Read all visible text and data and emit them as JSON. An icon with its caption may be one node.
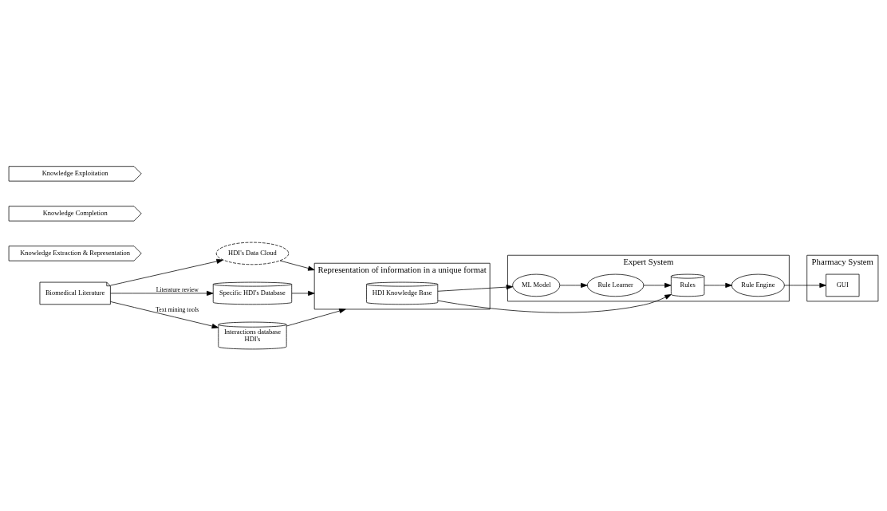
{
  "diagram": {
    "nodes": [
      {
        "text": [
          "HDI's Data Cloud"
        ]
      },
      {
        "text": [
          "Biomedical Literature"
        ]
      },
      {
        "text": [
          "Specific HDI's Database"
        ]
      },
      {
        "text": [
          "Interactions database",
          "HDI's"
        ]
      },
      {
        "text": [
          "Representation of information in a unique format"
        ]
      },
      {
        "text": [
          "HDI Knowledge Base"
        ],
        "in": 4
      },
      {
        "text": [
          "Expert System"
        ]
      },
      {
        "text": [
          "ML Model"
        ],
        "in": 6
      },
      {
        "text": [
          "Rule Learner"
        ],
        "in": 6
      },
      {
        "text": [
          "Rules"
        ],
        "in": 6
      },
      {
        "text": [
          "Rule Engine"
        ],
        "in": 6
      },
      {
        "text": [
          "Pharmacy System"
        ]
      },
      {
        "text": [
          "GUI"
        ],
        "in": 11
      },
      {
        "text": [
          "Knowledge Extraction & Representation"
        ]
      },
      {
        "text": [
          "Knowledge Completion"
        ]
      },
      {
        "text": [
          "Knowledge Exploitation"
        ]
      }
    ],
    "edges": [
      {
        "from": 1,
        "to": 0,
        "arrow": "to"
      },
      {
        "from": 0,
        "to": 4,
        "arrow": "to"
      },
      {
        "from": 1,
        "to": 2,
        "arrow": "to",
        "label": "Literature review"
      },
      {
        "from": 1,
        "to": 3,
        "arrow": "to",
        "label": "Text mining tools"
      },
      {
        "from": 2,
        "to": 4,
        "arrow": "to"
      },
      {
        "from": 3,
        "to": 4,
        "arrow": "to"
      },
      {
        "from": 5,
        "to": 7,
        "arrow": "to"
      },
      {
        "from": 5,
        "to": 9,
        "arrow": "to"
      },
      {
        "from": 7,
        "to": 8,
        "arrow": "to"
      },
      {
        "from": 8,
        "to": 9,
        "arrow": "to"
      },
      {
        "from": 9,
        "to": 10,
        "arrow": "to"
      },
      {
        "from": 10,
        "to": 12,
        "arrow": "to"
      }
    ]
  }
}
